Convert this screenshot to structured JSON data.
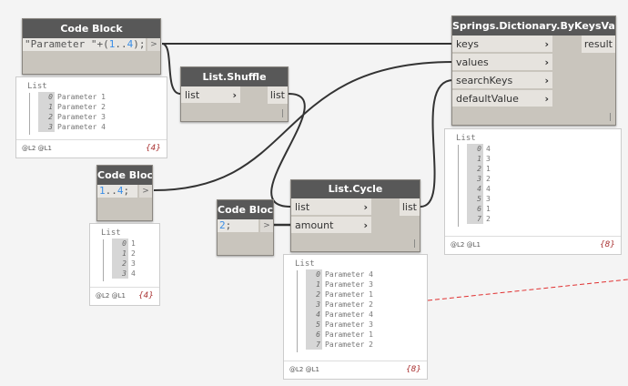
{
  "nodes": {
    "cb1": {
      "title": "Code Block",
      "code_str": "\"Parameter \"+(",
      "code_a": "1",
      "code_dots": "..",
      "code_b": "4",
      "code_end": ");",
      "out": ">"
    },
    "shuffle": {
      "title": "List.Shuffle",
      "in": "list",
      "out": "list"
    },
    "springs": {
      "title": "Springs.Dictionary.ByKeysValues",
      "inputs": [
        "keys",
        "values",
        "searchKeys",
        "defaultValue"
      ],
      "out": "result"
    },
    "cb2": {
      "title": "Code Block",
      "code_a": "1",
      "code_dots": "..",
      "code_b": "4",
      "code_end": ";",
      "out": ">"
    },
    "cb3": {
      "title": "Code Block",
      "code_a": "2",
      "code_end": ";",
      "out": ">"
    },
    "cycle": {
      "title": "List.Cycle",
      "inputs": [
        "list",
        "amount"
      ],
      "out": "list"
    }
  },
  "previews": {
    "p1": {
      "label": "List",
      "levels": "@L2 @L1",
      "count": "{4}",
      "items": [
        "Parameter 1",
        "Parameter 2",
        "Parameter 3",
        "Parameter 4"
      ]
    },
    "p2": {
      "label": "List",
      "levels": "@L2 @L1",
      "count": "{4}",
      "items": [
        "1",
        "2",
        "3",
        "4"
      ]
    },
    "springs": {
      "label": "List",
      "levels": "@L2 @L1",
      "count": "{8}",
      "items": [
        "4",
        "3",
        "1",
        "2",
        "4",
        "3",
        "1",
        "2"
      ]
    },
    "cycle": {
      "label": "List",
      "levels": "@L2 @L1",
      "count": "{8}",
      "items": [
        "Parameter 4",
        "Parameter 3",
        "Parameter 1",
        "Parameter 2",
        "Parameter 4",
        "Parameter 3",
        "Parameter 1",
        "Parameter 2"
      ]
    }
  },
  "colors": {
    "header": "#585858",
    "node_body": "#c9c5bd",
    "wire": "#333333",
    "number": "#3a8ee6",
    "warning_line": "#e03030"
  }
}
